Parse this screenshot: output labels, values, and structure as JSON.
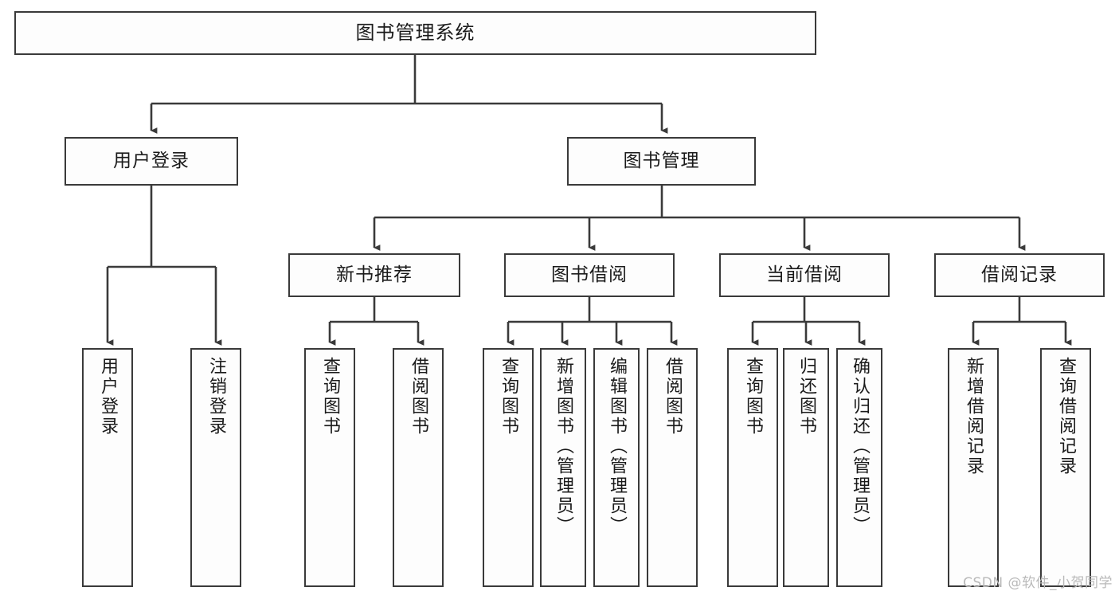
{
  "diagram": {
    "title": "图书管理系统",
    "type": "tree-hierarchy",
    "orientation": "top-down",
    "stroke_color": "#3a3a3a",
    "fill_color": "#fdfdfd",
    "text_color": "#1b1b1b"
  },
  "nodes": {
    "root": {
      "label": "图书管理系统"
    },
    "level1": [
      {
        "label": "用户登录"
      },
      {
        "label": "图书管理"
      }
    ],
    "level2": [
      {
        "label": "新书推荐"
      },
      {
        "label": "图书借阅"
      },
      {
        "label": "当前借阅"
      },
      {
        "label": "借阅记录"
      }
    ],
    "leaves_user_login": [
      {
        "label": "用户登录"
      },
      {
        "label": "注销登录"
      }
    ],
    "leaves_new_book": [
      {
        "label": "查询图书"
      },
      {
        "label": "借阅图书"
      }
    ],
    "leaves_borrow": [
      {
        "label": "查询图书"
      },
      {
        "label": "新增图书（管理员）"
      },
      {
        "label": "编辑图书（管理员）"
      },
      {
        "label": "借阅图书"
      }
    ],
    "leaves_current": [
      {
        "label": "查询图书"
      },
      {
        "label": "归还图书"
      },
      {
        "label": "确认归还（管理员）"
      }
    ],
    "leaves_records": [
      {
        "label": "新增借阅记录"
      },
      {
        "label": "查询借阅记录"
      }
    ]
  },
  "watermark": {
    "text": "CSDN @软件_小贺同学"
  }
}
